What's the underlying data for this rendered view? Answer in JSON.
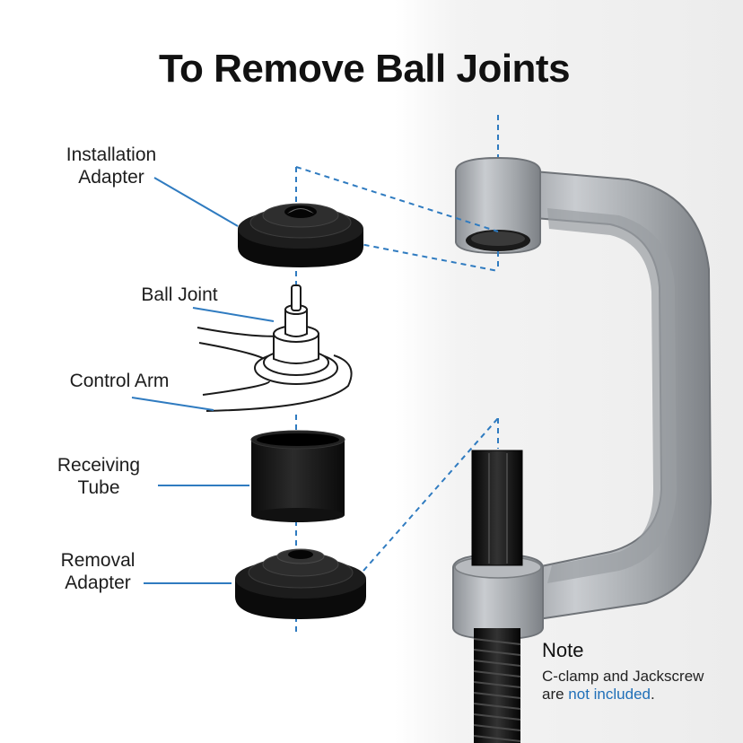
{
  "title": "To Remove Ball Joints",
  "labels": {
    "installation_adapter": [
      "Installation",
      "Adapter"
    ],
    "ball_joint": "Ball Joint",
    "control_arm": "Control Arm",
    "receiving_tube": [
      "Receiving",
      "Tube"
    ],
    "removal_adapter": [
      "Removal",
      "Adapter"
    ]
  },
  "note": {
    "title": "Note",
    "line1": "C-clamp and Jackscrew",
    "line2_prefix": "are ",
    "line2_highlight": "not included",
    "line2_suffix": "."
  },
  "colors": {
    "leader_line": "#2f7bc0",
    "highlight": "#1f6fb8",
    "adapter": "#141414",
    "clamp": "#a9adb1"
  }
}
